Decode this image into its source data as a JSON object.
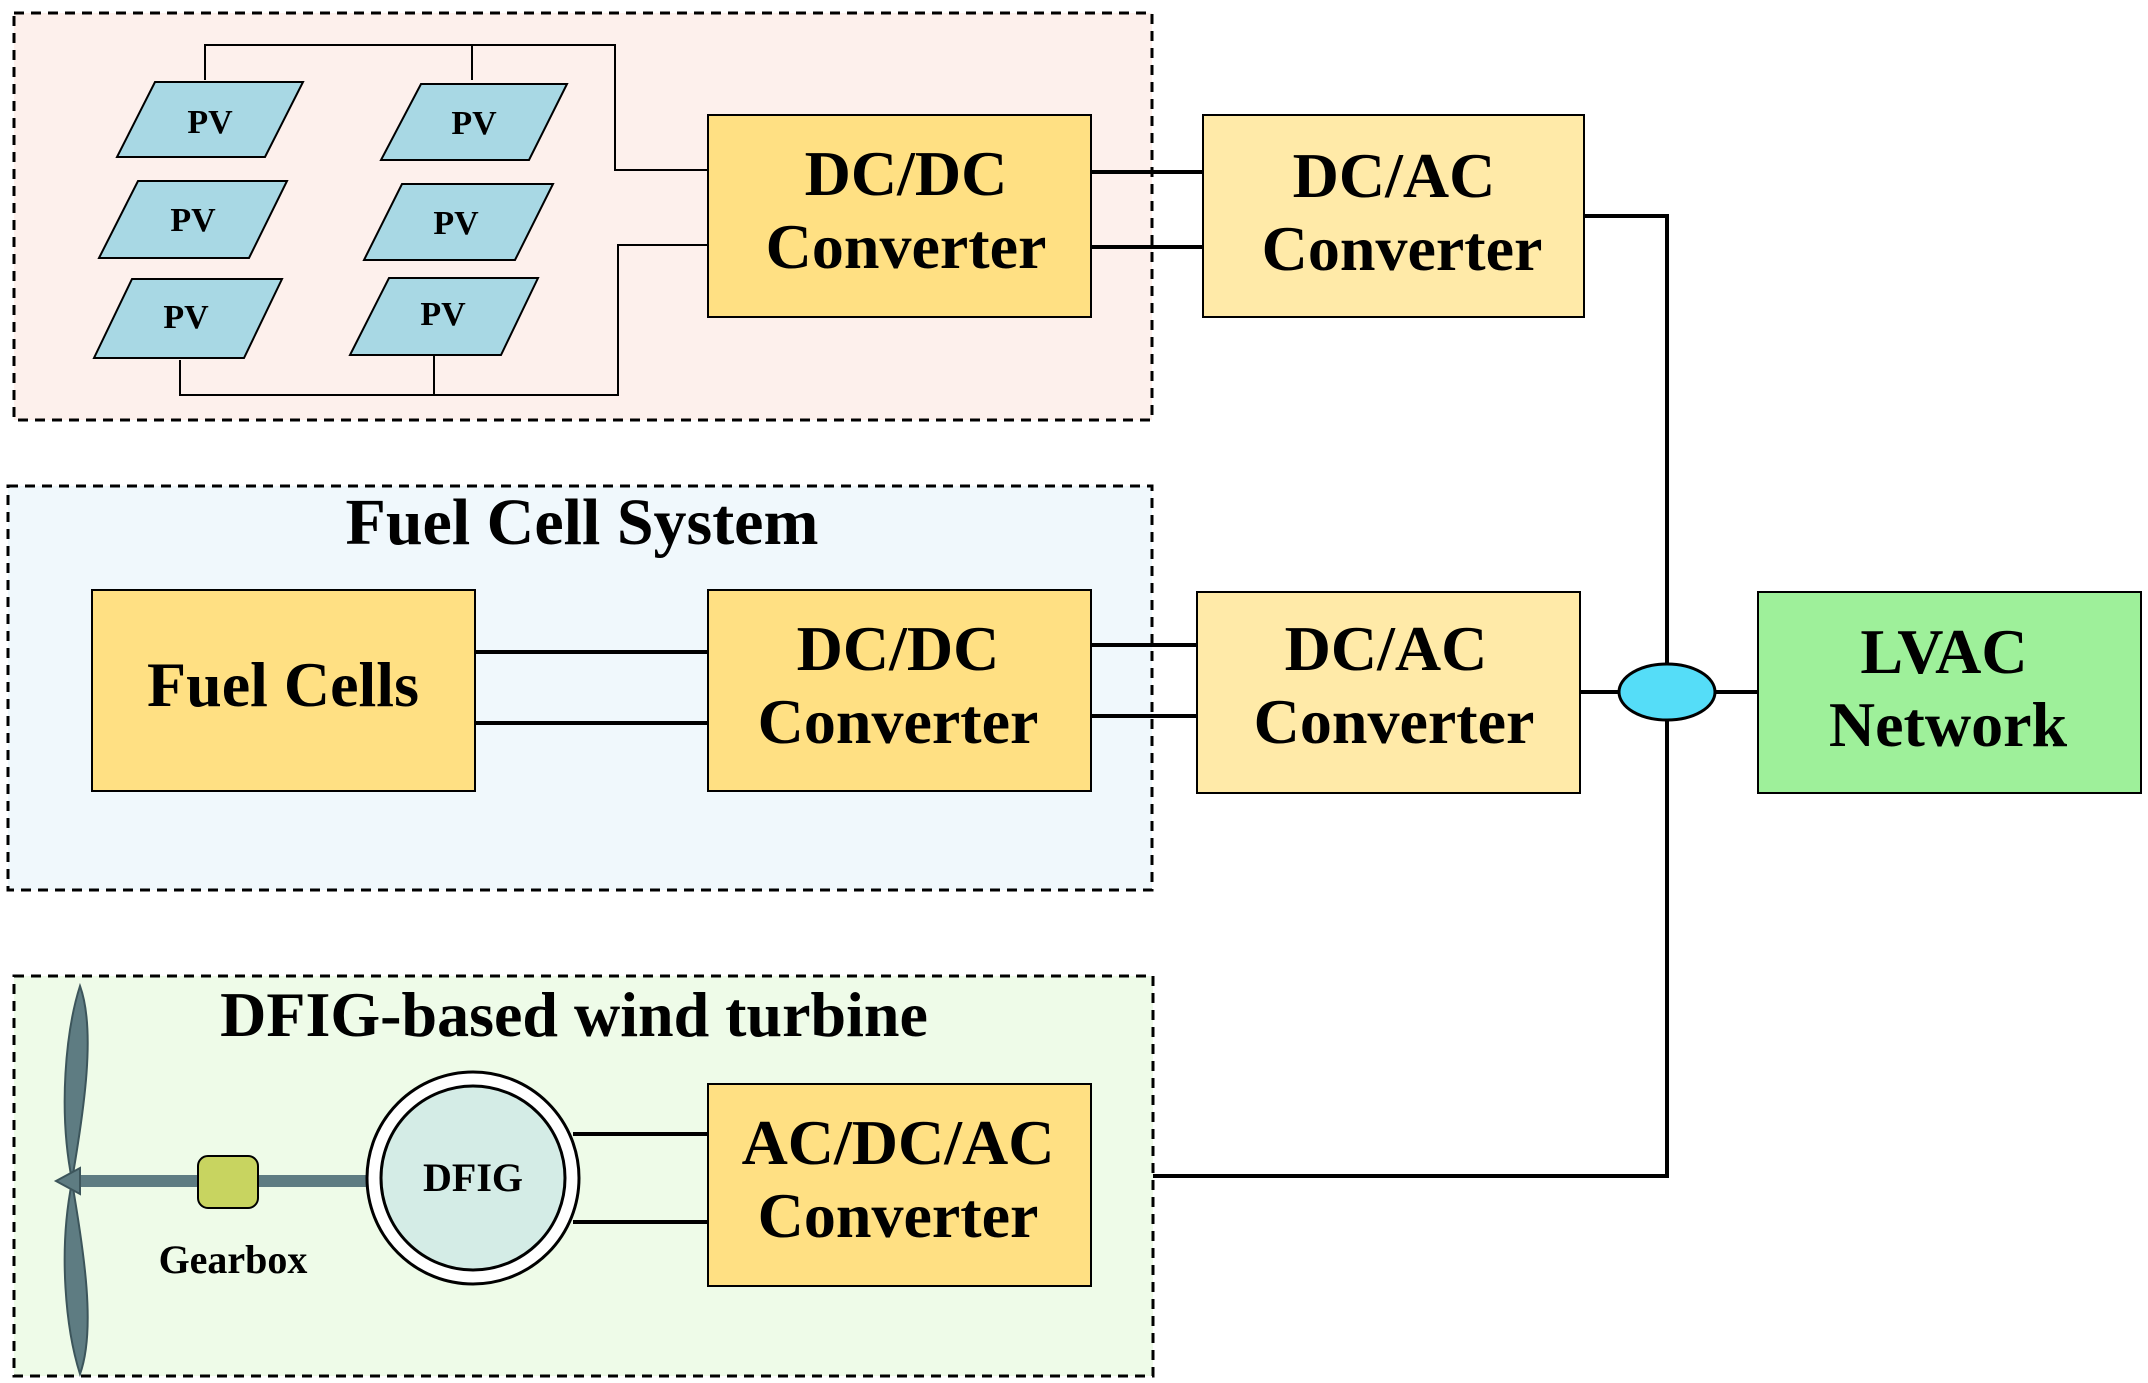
{
  "pv": {
    "panel_label": "PV",
    "converter_line1": "DC/DC",
    "converter_line2": "Converter"
  },
  "fuel_cell": {
    "title": "Fuel Cell System",
    "source_label": "Fuel Cells",
    "converter_line1": "DC/DC",
    "converter_line2": "Converter"
  },
  "wind": {
    "title": "DFIG-based wind turbine",
    "generator_label": "DFIG",
    "gearbox_label": "Gearbox",
    "converter_line1": "AC/DC/AC",
    "converter_line2": "Converter"
  },
  "grid_side": {
    "dcac_line1": "DC/AC",
    "dcac_line2": "Converter",
    "network_line1": "LVAC",
    "network_line2": "Network"
  },
  "colors": {
    "pv_region": "#fdf0ec",
    "fuel_region": "#f0f8fc",
    "wind_region": "#eefbe8",
    "converter_fill": "#ffe083",
    "dcac_fill": "#ffeaa8",
    "network_fill": "#9ef09a",
    "panel_fill": "#a8d8e4",
    "bus_node": "#55ddf8",
    "gearbox": "#c8d460",
    "turbine": "#5e7c82"
  }
}
